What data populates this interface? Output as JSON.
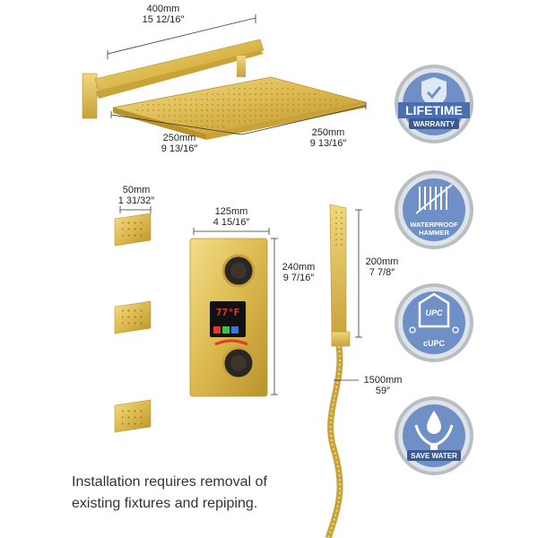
{
  "dimensions": {
    "arm": {
      "mm": "400mm",
      "inch": "15 12/16″"
    },
    "head_left": {
      "mm": "250mm",
      "inch": "9 13/16″"
    },
    "head_right": {
      "mm": "250mm",
      "inch": "9 13/16″"
    },
    "jet": {
      "mm": "50mm",
      "inch": "1 31/32″"
    },
    "valve_width": {
      "mm": "125mm",
      "inch": "4 15/16″"
    },
    "valve_height": {
      "mm": "240mm",
      "inch": "9 7/16″"
    },
    "handheld": {
      "mm": "200mm",
      "inch": "7 7/8″"
    },
    "hose": {
      "mm": "1500mm",
      "inch": "59″"
    }
  },
  "display": {
    "temperature": "77°F"
  },
  "badges": [
    {
      "label": "LIFETIME",
      "sub": "WARRANTY",
      "icon": "shield-check-icon"
    },
    {
      "label": "WATERPROOF",
      "sub": "HAMMER",
      "icon": "waterproof-hammer-icon"
    },
    {
      "label": "UPC",
      "sub": "cUPC",
      "icon": "upc-certification-icon"
    },
    {
      "label": "",
      "sub": "SAVE WATER",
      "icon": "save-water-icon"
    }
  ],
  "note": {
    "line1": "Installation requires removal of",
    "line2": "existing fixtures and repiping."
  },
  "colors": {
    "gold": "#e3c35a",
    "gold_dark": "#b8932b",
    "badge_blue": "#6f8fc7",
    "badge_ring": "#9aa0a8"
  }
}
